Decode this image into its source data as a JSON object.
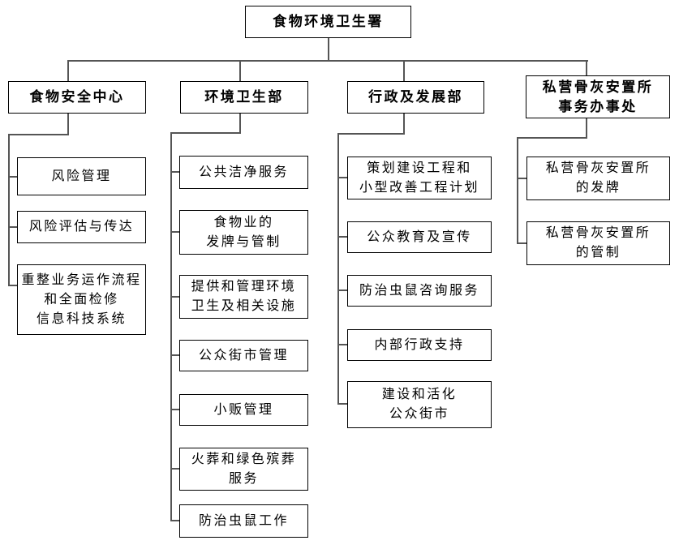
{
  "root": {
    "label": "食物环境卫生署"
  },
  "branches": [
    {
      "label": "食物安全中心",
      "children": [
        {
          "label": "风险管理"
        },
        {
          "label": "风险评估与传达"
        },
        {
          "label": "重整业务运作流程\n和全面检修\n信息科技系统"
        }
      ]
    },
    {
      "label": "环境卫生部",
      "children": [
        {
          "label": "公共洁净服务"
        },
        {
          "label": "食物业的\n发牌与管制"
        },
        {
          "label": "提供和管理环境\n卫生及相关设施"
        },
        {
          "label": "公众街市管理"
        },
        {
          "label": "小贩管理"
        },
        {
          "label": "火葬和绿色殡葬\n服务"
        },
        {
          "label": "防治虫鼠工作"
        }
      ]
    },
    {
      "label": "行政及发展部",
      "children": [
        {
          "label": "策划建设工程和\n小型改善工程计划"
        },
        {
          "label": "公众教育及宣传"
        },
        {
          "label": "防治虫鼠咨询服务"
        },
        {
          "label": "内部行政支持"
        },
        {
          "label": "建设和活化\n公众街市"
        }
      ]
    },
    {
      "label": "私营骨灰安置所\n事务办事处",
      "children": [
        {
          "label": "私营骨灰安置所\n的发牌"
        },
        {
          "label": "私营骨灰安置所\n的管制"
        }
      ]
    }
  ],
  "colors": {
    "background": "#ffffff",
    "box_border": "#000000",
    "connector": "#555555",
    "text": "#000000"
  }
}
